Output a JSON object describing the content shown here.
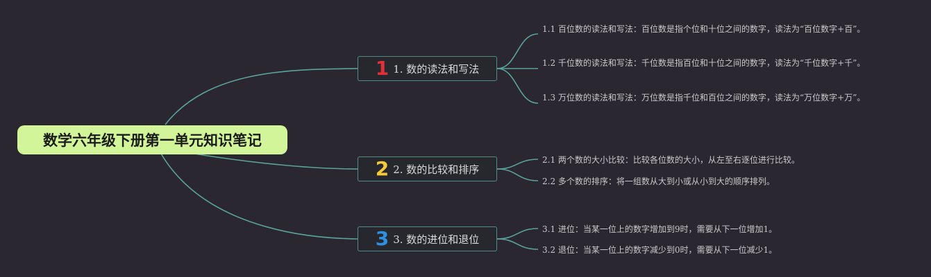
{
  "root": {
    "title": "数学六年级下册第一单元知识笔记"
  },
  "branches": [
    {
      "number": "1",
      "label": "1. 数的读法和写法",
      "color": "#e0303a",
      "leaves": [
        "1.1 百位数的读法和写法：百位数是指个位和十位之间的数字，读法为“百位数字+百”。",
        "1.2 千位数的读法和写法：千位数是指百位和十位之间的数字，读法为“千位数字+千”。",
        "1.3 万位数的读法和写法：万位数是指千位和百位之间的数字，读法为“万位数字+万”。"
      ]
    },
    {
      "number": "2",
      "label": "2. 数的比较和排序",
      "color": "#f5c93a",
      "leaves": [
        "2.1 两个数的大小比较：比较各位数的大小，从左至右逐位进行比较。",
        "2.2 多个数的排序：将一组数从大到小或从小到大的顺序排列。"
      ]
    },
    {
      "number": "3",
      "label": "3. 数的进位和退位",
      "color": "#2f8fe0",
      "leaves": [
        "3.1 进位：当某一位上的数字增加到9时，需要从下一位增加1。",
        "3.2 退位：当某一位上的数字减少到0时，需要从下一位减少1。"
      ]
    }
  ],
  "colors": {
    "background": "#2a2730",
    "root_fill": "#d3f59a",
    "connector": "#5aa39a"
  }
}
